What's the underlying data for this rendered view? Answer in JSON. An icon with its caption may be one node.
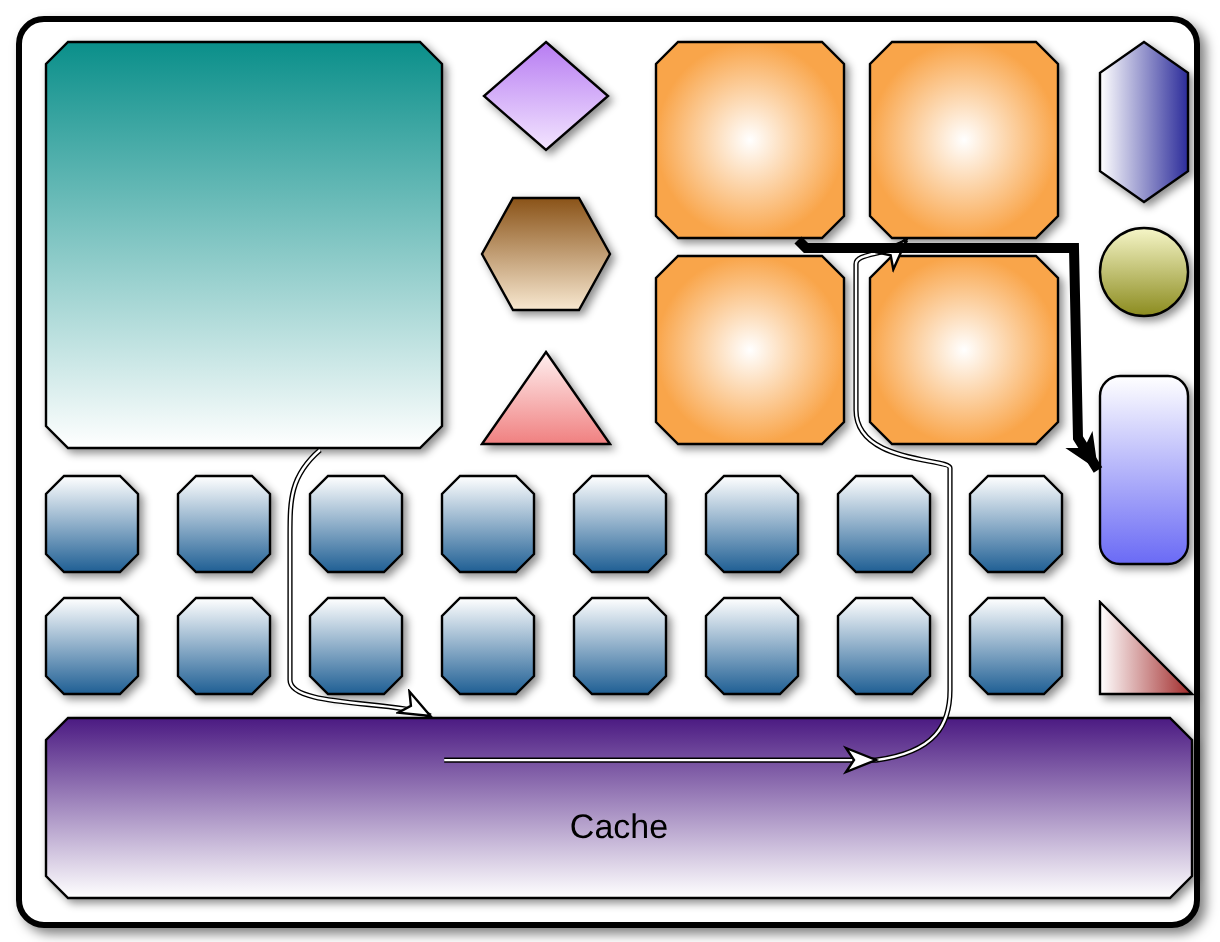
{
  "diagram": {
    "nodes": [
      {
        "text": [],
        "shape": "box"
      },
      {
        "text": [],
        "shape": "box",
        "in": 0
      },
      {
        "text": [],
        "shape": "diamond",
        "in": 0
      },
      {
        "text": [],
        "shape": "hexagon",
        "in": 0
      },
      {
        "text": [],
        "shape": "triangle",
        "in": 0
      },
      {
        "text": [],
        "shape": "box",
        "in": 0
      },
      {
        "text": [],
        "shape": "box",
        "in": 0
      },
      {
        "text": [],
        "shape": "box",
        "in": 0
      },
      {
        "text": [],
        "shape": "box",
        "in": 0
      },
      {
        "text": [],
        "shape": "hexagon",
        "in": 0
      },
      {
        "text": [],
        "shape": "circle",
        "in": 0
      },
      {
        "text": [],
        "shape": "box",
        "in": 0
      },
      {
        "text": [],
        "shape": "box",
        "in": 0
      },
      {
        "text": [],
        "shape": "box",
        "in": 0
      },
      {
        "text": [],
        "shape": "box",
        "in": 0
      },
      {
        "text": [],
        "shape": "box",
        "in": 0
      },
      {
        "text": [],
        "shape": "box",
        "in": 0
      },
      {
        "text": [],
        "shape": "box",
        "in": 0
      },
      {
        "text": [],
        "shape": "box",
        "in": 0
      },
      {
        "text": [],
        "shape": "box",
        "in": 0
      },
      {
        "text": [],
        "shape": "box",
        "in": 0
      },
      {
        "text": [],
        "shape": "box",
        "in": 0
      },
      {
        "text": [],
        "shape": "box",
        "in": 0
      },
      {
        "text": [],
        "shape": "box",
        "in": 0
      },
      {
        "text": [],
        "shape": "box",
        "in": 0
      },
      {
        "text": [],
        "shape": "box",
        "in": 0
      },
      {
        "text": [],
        "shape": "box",
        "in": 0
      },
      {
        "text": [],
        "shape": "box",
        "in": 0
      },
      {
        "text": [],
        "shape": "triangle",
        "in": 0
      },
      {
        "text": [
          "Cache"
        ],
        "in": 0
      }
    ],
    "edges": [
      {
        "from": 1,
        "to": 29,
        "arrow": "to"
      },
      {
        "from": 29,
        "to": 6,
        "arrow": "to"
      },
      {
        "from": 5,
        "to": 11,
        "arrow": "to",
        "style": "thick",
        "color": "#000000"
      }
    ]
  }
}
